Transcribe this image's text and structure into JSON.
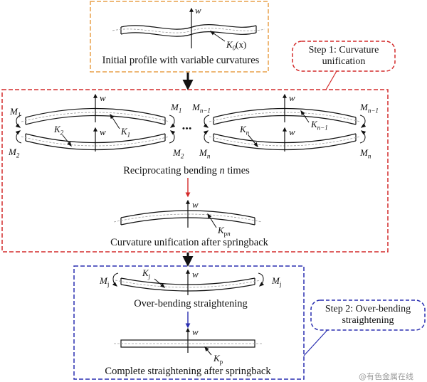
{
  "colors": {
    "orange": "#e8a04a",
    "red": "#d42b2b",
    "blue": "#2a2fb0",
    "black": "#111111",
    "centerline": "#9a9a9a"
  },
  "labels": {
    "w": "w",
    "K0": "K",
    "K0_sub": "0",
    "K0_arg": "(x)",
    "initial_caption": "Initial profile with variable curvatures",
    "step1": "Step 1: Curvature unification",
    "M": "M",
    "K": "K",
    "sub_1": "1",
    "sub_2": "2",
    "sub_n": "n",
    "sub_n_minus_1": "n−1",
    "dots": "• • •",
    "reciprocating_caption_pre": "Reciprocating bending ",
    "reciprocating_caption_n": "n",
    "reciprocating_caption_post": " times",
    "Kpn_sub_p": "p",
    "Kpn_sub_n": "n",
    "unification_caption": "Curvature unification after springback",
    "Mj_sub": "j",
    "Kj_sub": "j",
    "overbending_caption": "Over-bending straightening",
    "step2": "Step 2: Over-bending straightening",
    "Kp_sub": "p",
    "complete_caption": "Complete straightening after springback",
    "watermark": "@有色金属在线"
  }
}
